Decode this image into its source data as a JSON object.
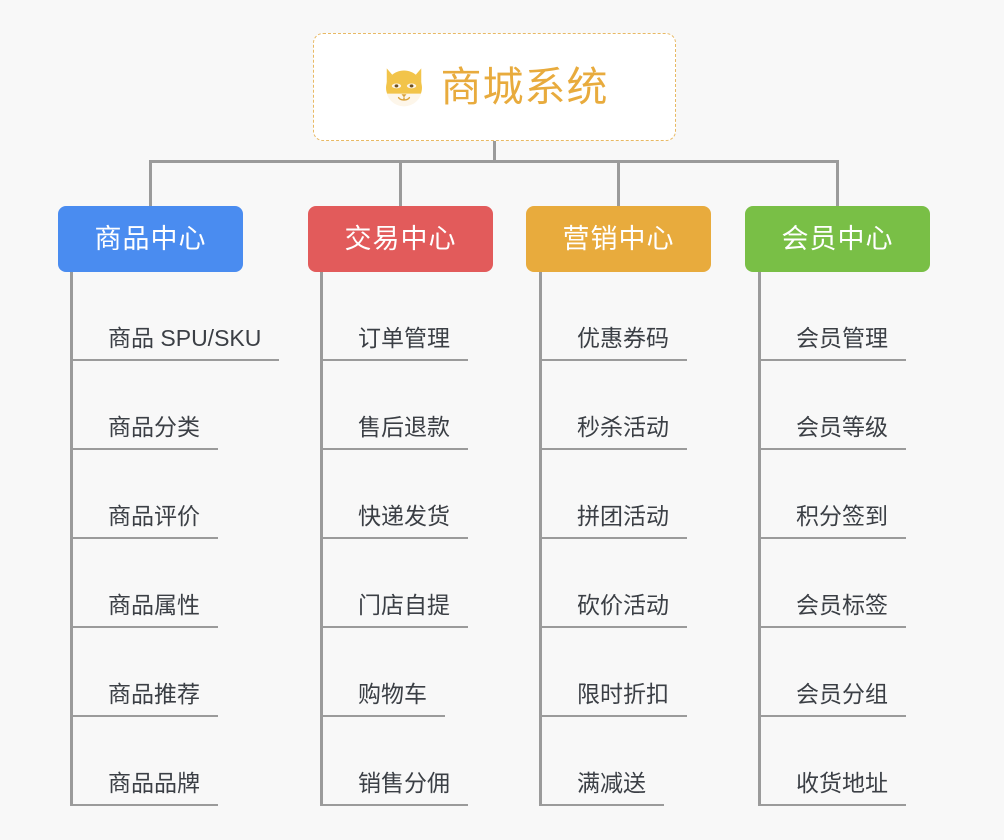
{
  "background_color": "#f8f8f8",
  "root": {
    "title": "商城系统",
    "icon": "shiba-dog-face-icon",
    "title_color": "#e8ab3d",
    "border_color": "#e8b964",
    "fill_color": "#ffffff"
  },
  "connector_color": "#9b9b9b",
  "categories": [
    {
      "label": "商品中心",
      "color": "#4a8cf0",
      "items": [
        "商品 SPU/SKU",
        "商品分类",
        "商品评价",
        "商品属性",
        "商品推荐",
        "商品品牌"
      ]
    },
    {
      "label": "交易中心",
      "color": "#e25b5b",
      "items": [
        "订单管理",
        "售后退款",
        "快递发货",
        "门店自提",
        "购物车",
        "销售分佣"
      ]
    },
    {
      "label": "营销中心",
      "color": "#e8ab3d",
      "items": [
        "优惠券码",
        "秒杀活动",
        "拼团活动",
        "砍价活动",
        "限时折扣",
        "满减送"
      ]
    },
    {
      "label": "会员中心",
      "color": "#79bf46",
      "items": [
        "会员管理",
        "会员等级",
        "积分签到",
        "会员标签",
        "会员分组",
        "收货地址"
      ]
    }
  ]
}
